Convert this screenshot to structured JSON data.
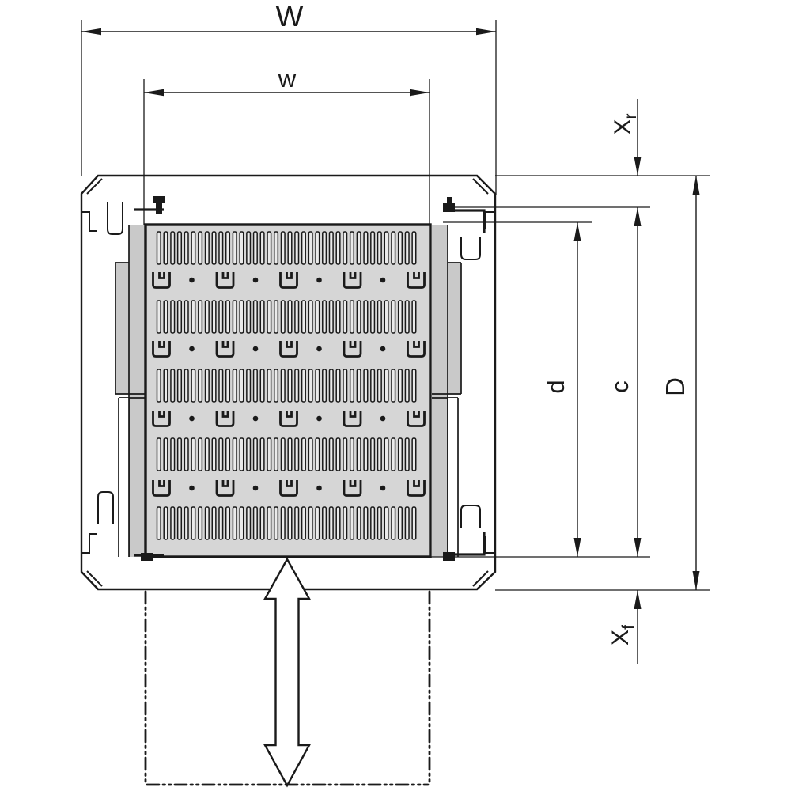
{
  "drawing": {
    "kind": "technical-dimension-drawing",
    "view": "top view of slide-out shelf in cabinet frame with extended-position phantom outline"
  },
  "labels": {
    "outer_width": "W",
    "inner_width": "w",
    "rear_offset_main": "X",
    "rear_offset_sub": "r",
    "inner_depth": "d",
    "mid_depth": "c",
    "outer_depth": "D",
    "front_offset_main": "X",
    "front_offset_sub": "f"
  },
  "colors": {
    "line": "#1a1a1a",
    "shelf_fill": "#d6d6d6",
    "rail_fill": "#c9c9c9",
    "slot_fill": "#ebebeb",
    "background": "#ffffff"
  },
  "pattern": {
    "slot_rows": 5,
    "slots_per_row": 38,
    "clip_rows": 4,
    "clips_per_row": 5,
    "holes_per_row": 4
  }
}
